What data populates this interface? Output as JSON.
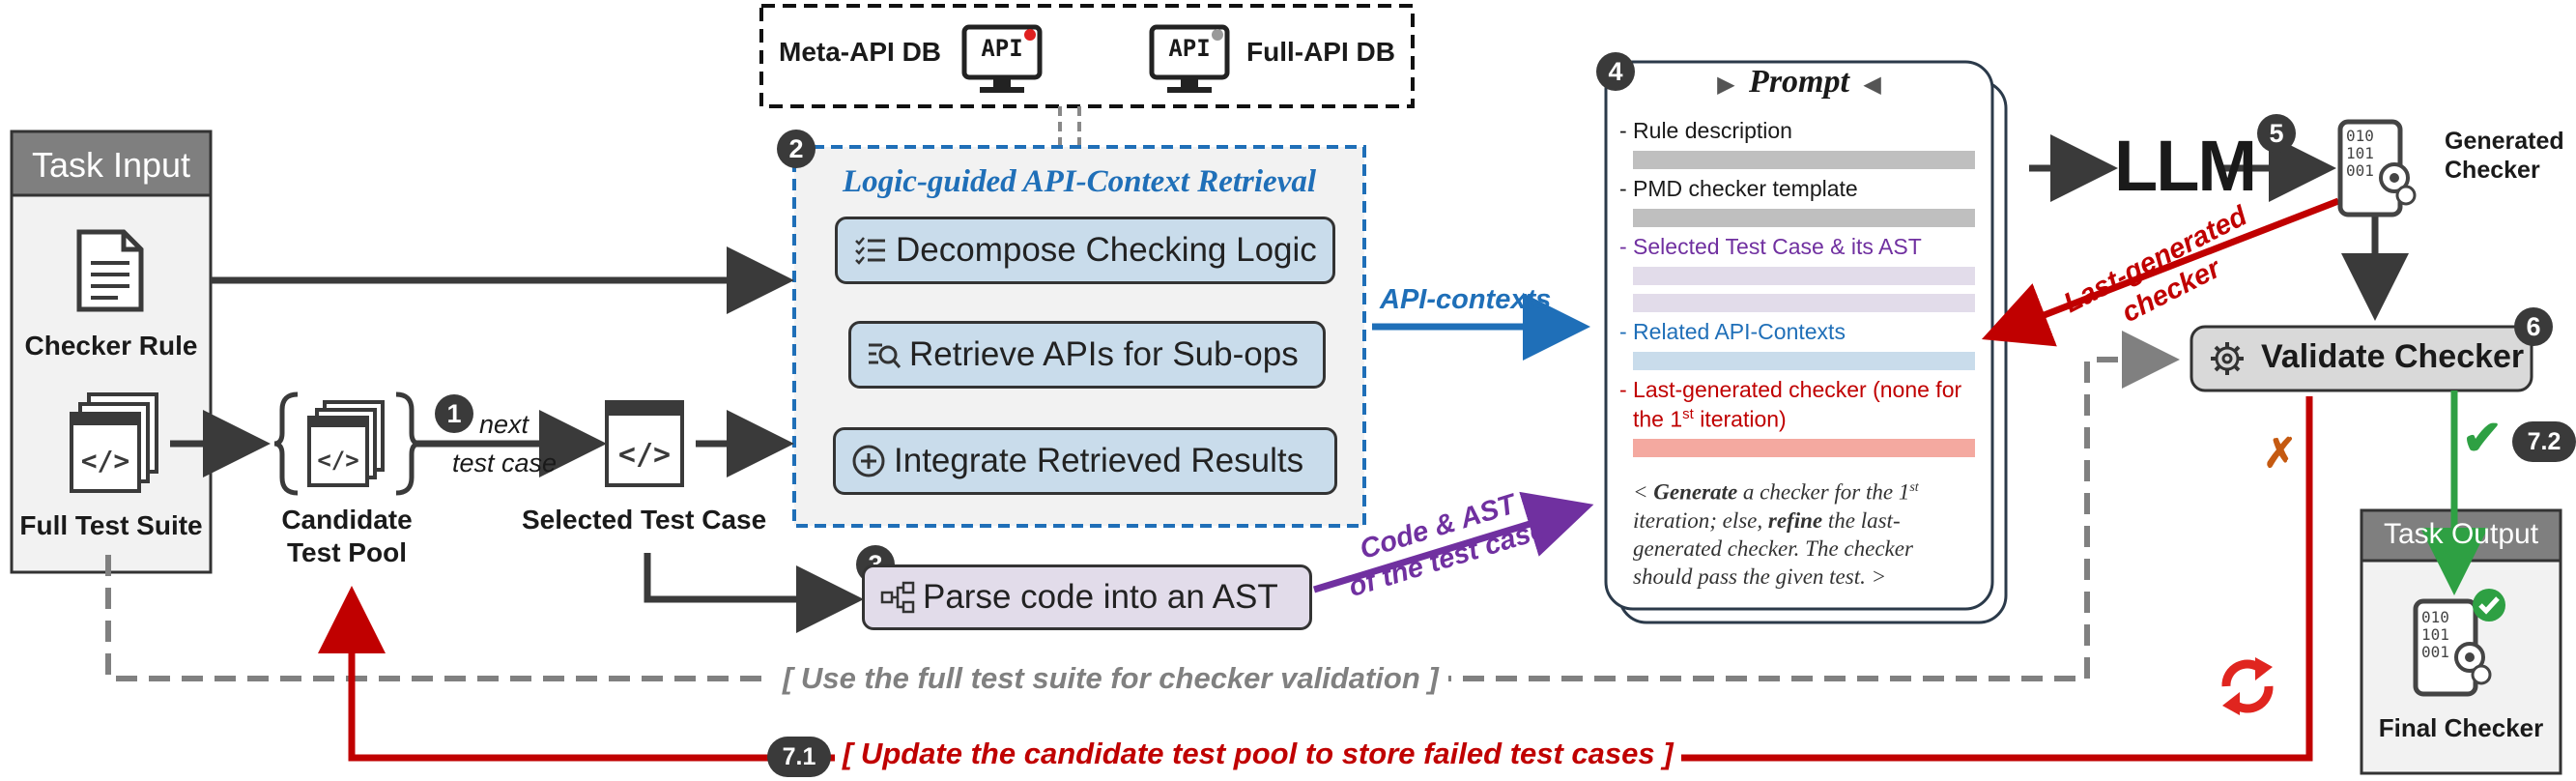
{
  "api_db": {
    "meta_label": "Meta-API DB",
    "full_label": "Full-API DB",
    "icon_text": "API"
  },
  "task_input": {
    "title": "Task Input",
    "checker_rule": "Checker Rule",
    "full_test_suite": "Full Test Suite"
  },
  "candidate_pool": {
    "line1": "Candidate",
    "line2": "Test Pool"
  },
  "next_label": {
    "line1": "next",
    "line2": "test case"
  },
  "selected_test_case": "Selected Test Case",
  "retrieval": {
    "title": "Logic-guided API-Context Retrieval",
    "steps": [
      "Decompose Checking Logic",
      "Retrieve APIs for Sub-ops",
      "Integrate Retrieved Results"
    ]
  },
  "parse_step": "Parse code into an AST",
  "api_contexts_label": "API-contexts",
  "code_ast_label": {
    "line1": "Code & AST",
    "line2": "of the test case"
  },
  "prompt": {
    "title": "Prompt",
    "rule": "- Rule description",
    "template": "- PMD checker template",
    "selected": "- Selected Test Case & its AST",
    "related": "- Related API-Contexts",
    "last_a": "- Last-generated checker (none for",
    "last_b_pre": "the 1",
    "last_b_sup": "st",
    "last_b_post": " iteration)",
    "instruction": {
      "l1_a": "< ",
      "l1_b": "Generate",
      "l1_c": " a checker for the 1",
      "l1_sup": "st",
      "l2_a": "iteration; else, ",
      "l2_b": "refine",
      "l2_c": " the last-",
      "l3": "generated checker. The checker",
      "l4": "should pass the given test. >"
    }
  },
  "llm_label": "LLM",
  "generated_checker": {
    "line1": "Generated",
    "line2": "Checker"
  },
  "last_generated_label": {
    "line1": "Last-generated",
    "line2": "checker"
  },
  "validate_checker": "Validate Checker",
  "task_output": {
    "title": "Task Output",
    "final_checker": "Final Checker"
  },
  "binary_digits": [
    "010",
    "101",
    "001"
  ],
  "use_full_suite": "[ Use the full test suite for checker validation ]",
  "update_pool": "[ Update the candidate test pool to store failed test cases ]",
  "badges": {
    "b1": "1",
    "b2": "2",
    "b3": "3",
    "b4": "4",
    "b5": "5",
    "b6": "6",
    "b71": "7.1",
    "b72": "7.2"
  },
  "marks": {
    "cross": "✗",
    "check": "✔"
  },
  "colors": {
    "blue": "#1f6fb8",
    "purple": "#7030a0",
    "red": "#c00000",
    "green": "#2ea043",
    "gray_dash": "#808080",
    "pill_fill": "#c9dceb",
    "parse_fill": "#e2dcea"
  }
}
